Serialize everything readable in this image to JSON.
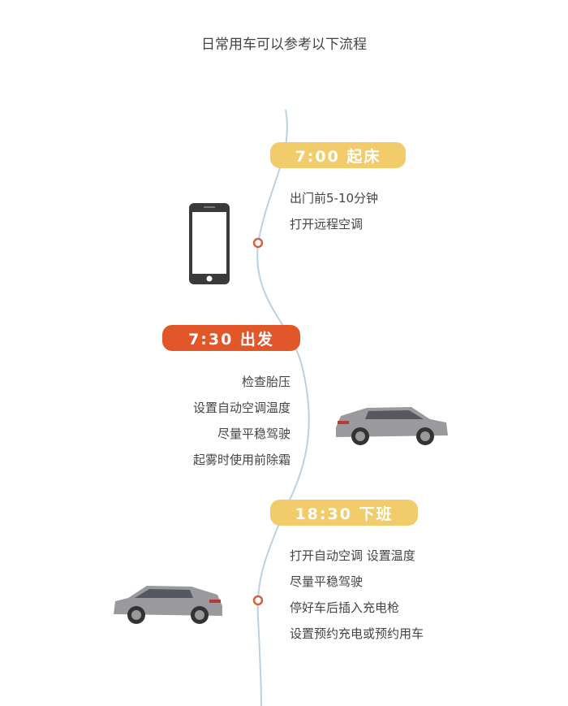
{
  "title": "日常用车可以参考以下流程",
  "steps": [
    {
      "badge": "7:00 起床",
      "lines": [
        "出门前5-10分钟",
        "打开远程空调"
      ]
    },
    {
      "badge": "7:30 出发",
      "lines": [
        "检查胎压",
        "设置自动空调温度",
        "尽量平稳驾驶",
        "起雾时使用前除霜"
      ]
    },
    {
      "badge": "18:30 下班",
      "lines": [
        "打开自动空调 设置温度",
        "尽量平稳驾驶",
        "停好车后插入充电枪",
        "设置预约充电或预约用车"
      ]
    }
  ],
  "colors": {
    "yellow": "#f2cb6a",
    "orange": "#e2572a",
    "line": "#b9d2e2"
  }
}
